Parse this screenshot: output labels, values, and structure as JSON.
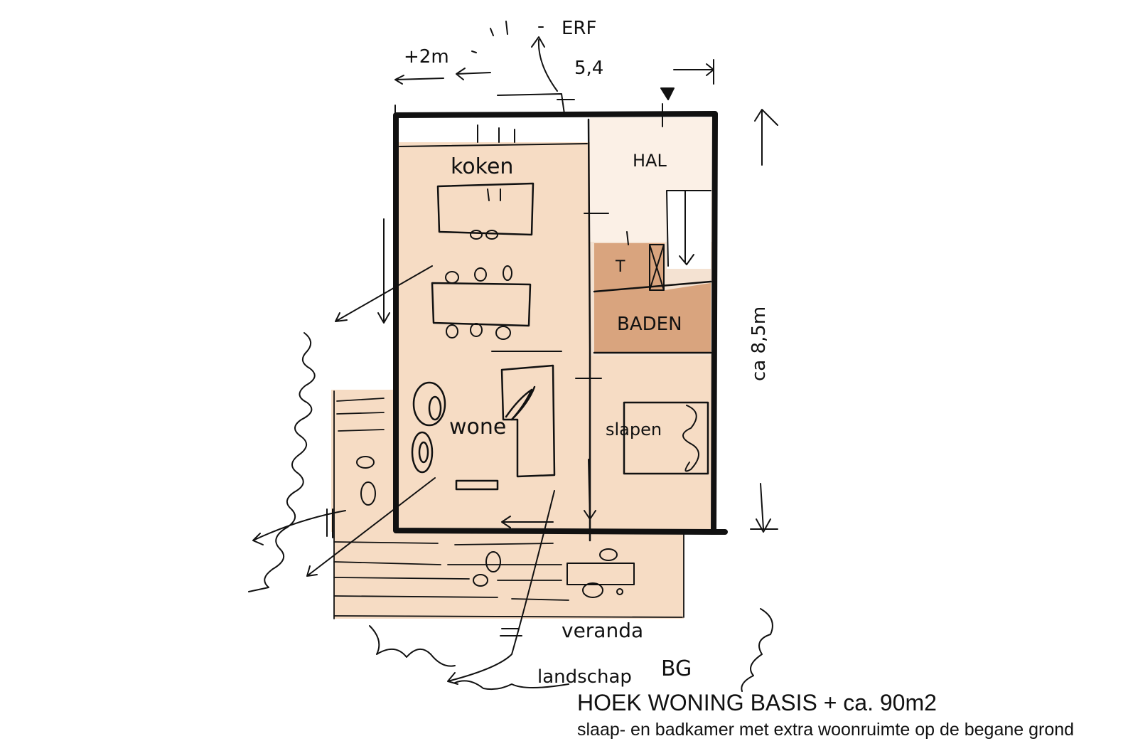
{
  "colors": {
    "paper": "#ffffff",
    "wash": "#f6dcc4",
    "hall_wash": "#fbf0e6",
    "bath_wash": "#d9a47e",
    "ink": "#111111"
  },
  "labels": {
    "erf": "ERF",
    "plus_2m": "+2m",
    "width_dim": "5,4",
    "height_dim": "ca 8,5m",
    "keuken": "koken",
    "hal": "HAL",
    "baden": "BADEN",
    "wone": "wone",
    "slapen": "slapen",
    "veranda": "veranda",
    "landschap": "landschap",
    "initials": "BG"
  },
  "caption": {
    "title": "HOEK WONING BASIS + ca. 90m2",
    "subtitle": "slaap- en badkamer met extra woonruimte op de begane grond"
  }
}
